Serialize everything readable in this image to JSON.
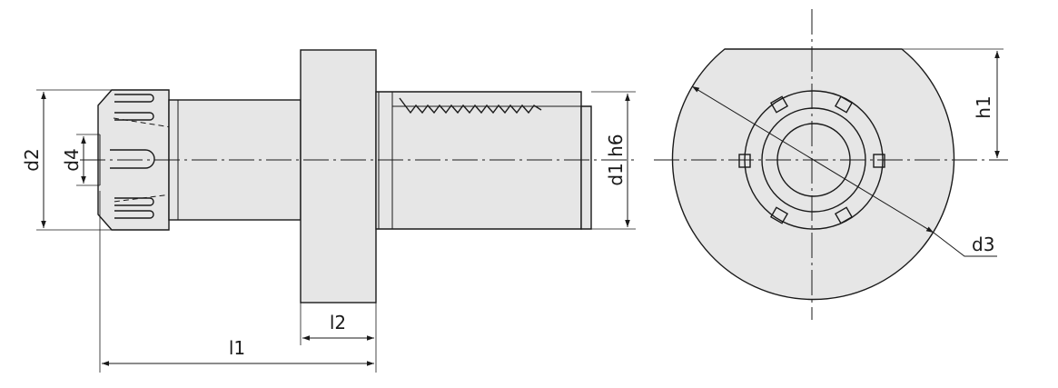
{
  "labels": {
    "d2": "d2",
    "d4": "d4",
    "d1_h6": "d1 h6",
    "l1": "l1",
    "l2": "l2",
    "h1": "h1",
    "d3": "d3"
  }
}
